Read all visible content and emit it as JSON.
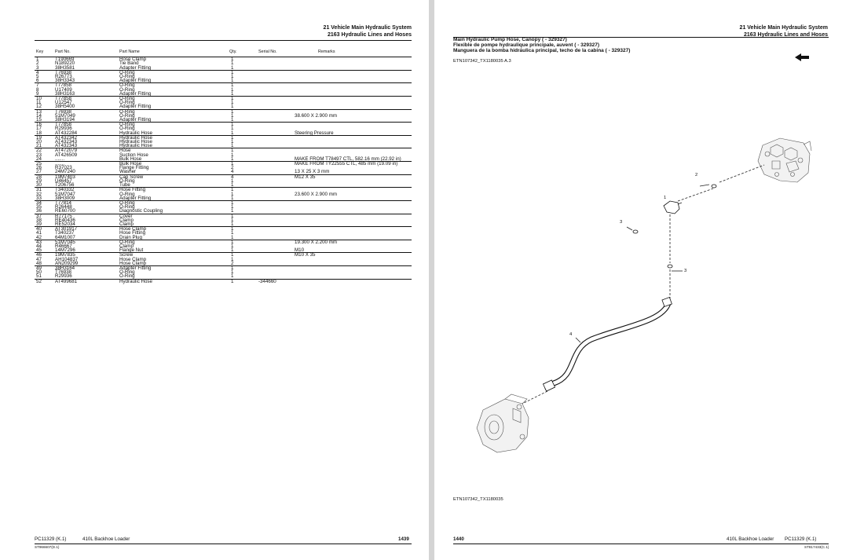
{
  "header": {
    "line1": "21 Vehicle Main Hydraulic System",
    "line2": "2163 Hydraulic Lines and Hoses"
  },
  "table": {
    "columns": [
      "Key",
      "Part No.",
      "Part Name",
      "Qty.",
      "Serial No.",
      "Remarks"
    ],
    "groups": [
      [
        [
          "1",
          "T190669",
          "Hose Clamp",
          "1",
          "",
          ""
        ],
        [
          "2",
          "N189220",
          "Tie Band",
          "1",
          "",
          ""
        ],
        [
          "3",
          "38H3581",
          "Adapter Fitting",
          "1",
          "",
          ""
        ]
      ],
      [
        [
          "4",
          "T76938",
          "O-Ring",
          "1",
          "",
          ""
        ],
        [
          "5",
          "R26773",
          "O-Ring",
          "1",
          "",
          ""
        ],
        [
          "6",
          "38H3343",
          "Adapter Fitting",
          "1",
          "",
          ""
        ]
      ],
      [
        [
          "7",
          "T77858",
          "O-Ring",
          "1",
          "",
          ""
        ],
        [
          "8",
          "U17409",
          "O-Ring",
          "1",
          "",
          ""
        ],
        [
          "9",
          "38H3163",
          "Adapter Fitting",
          "1",
          "",
          ""
        ]
      ],
      [
        [
          "10",
          "T77858",
          "O-Ring",
          "1",
          "",
          ""
        ],
        [
          "11",
          "U12547",
          "O-Ring",
          "1",
          "",
          ""
        ],
        [
          "12",
          "38H5400",
          "Adapter Fitting",
          "1",
          "",
          ""
        ]
      ],
      [
        [
          "13",
          "T76938",
          "O-Ring",
          "1",
          "",
          ""
        ],
        [
          "14",
          "51M7049",
          "O-Ring",
          "1",
          "",
          "38.600 X 2.900 mm"
        ],
        [
          "15",
          "38H3194",
          "Adapter Fitting",
          "1",
          "",
          ""
        ]
      ],
      [
        [
          "16",
          "T77858",
          "O-Ring",
          "1",
          "",
          ""
        ],
        [
          "17",
          "R29936",
          "O-Ring",
          "1",
          "",
          ""
        ],
        [
          "18",
          "AT432284",
          "Hydraulic Hose",
          "1",
          "",
          "Steering Pressure"
        ]
      ],
      [
        [
          "19",
          "AT432342",
          "Hydraulic Hose",
          "1",
          "",
          ""
        ],
        [
          "20",
          "AT432343",
          "Hydraulic Hose",
          "1",
          "",
          ""
        ],
        [
          "21",
          "AT432343",
          "Hydraulic Hose",
          "1",
          "",
          ""
        ]
      ],
      [
        [
          "22",
          "AT472079",
          "Hose",
          "1",
          "",
          ""
        ],
        [
          "23",
          "AT426509",
          "Suction Hose",
          "1",
          "",
          ""
        ],
        [
          "24",
          ".......",
          "Bulk Hose",
          "1",
          "",
          "MAKE FROM T78497 CTL, 582.16 mm (22.92 in)"
        ]
      ],
      [
        [
          "25",
          ".......",
          "Bulk Hose",
          "1",
          "",
          "MAKE FROM TY22555 CTL, 485 mm (19.09 in)"
        ],
        [
          "26",
          "R37023",
          "Flange Fitting",
          "2",
          "",
          ""
        ],
        [
          "27",
          "24M7240",
          "Washer",
          "4",
          "",
          "13 X 25 X 3 mm"
        ]
      ],
      [
        [
          "28",
          "19M7403",
          "Cap Screw",
          "4",
          "",
          "M12 X 35"
        ],
        [
          "29",
          "U46457",
          "O-Ring",
          "1",
          "",
          ""
        ],
        [
          "30",
          "T206756",
          "Tube",
          "1",
          "",
          ""
        ]
      ],
      [
        [
          "31",
          "T340332",
          "Hose Fitting",
          "1",
          "",
          ""
        ],
        [
          "32",
          "51M7047",
          "O-Ring",
          "1",
          "",
          "23.600 X 2.900 mm"
        ],
        [
          "33",
          "38H3009",
          "Adapter Fitting",
          "1",
          "",
          ""
        ]
      ],
      [
        [
          "34",
          "T77814",
          "O-Ring",
          "1",
          "",
          ""
        ],
        [
          "35",
          "R26448",
          "O-Ring",
          "1",
          "",
          ""
        ],
        [
          "36",
          "RE60700",
          "Diagnostic Coupling",
          "1",
          "",
          ""
        ]
      ],
      [
        [
          "37",
          "R77175",
          "Cover",
          "1",
          "",
          ""
        ],
        [
          "38",
          "RE40436",
          "Clamp",
          "1",
          "",
          ""
        ],
        [
          "39",
          "RE52034",
          "Clamp",
          "1",
          "",
          ""
        ]
      ],
      [
        [
          "40",
          "AT301917",
          "Hose Clamp",
          "1",
          "",
          ""
        ],
        [
          "41",
          "T340237",
          "Hose Fitting",
          "1",
          "",
          ""
        ],
        [
          "42",
          "64M1007",
          "Drain Plug",
          "1",
          "",
          ""
        ]
      ],
      [
        [
          "43",
          "51M7045",
          "O-Ring",
          "1",
          "",
          "19.300 X 2.200 mm"
        ],
        [
          "44",
          "R46667",
          "Clamp",
          "1",
          "",
          ""
        ],
        [
          "45",
          "14M7296",
          "Flange Nut",
          "1",
          "",
          "M10"
        ]
      ],
      [
        [
          "46",
          "19M7835",
          "Screw",
          "1",
          "",
          "M10 X 35"
        ],
        [
          "47",
          "AH104837",
          "Hose Clamp",
          "1",
          "",
          ""
        ],
        [
          "48",
          "AN209299",
          "Hose Clamp",
          "2",
          "",
          ""
        ]
      ],
      [
        [
          "49",
          "38H3164",
          "Adapter Fitting",
          "1",
          "",
          ""
        ],
        [
          "50",
          "T76938",
          "O-Ring",
          "1",
          "",
          ""
        ],
        [
          "51",
          "R29936",
          "O-Ring",
          "1",
          "",
          ""
        ]
      ],
      [
        [
          "52",
          "AT499681",
          "Hydraulic Hose",
          "1",
          "-344660",
          ""
        ]
      ]
    ]
  },
  "left_footer": {
    "catalog": "PC11329    (K.1)",
    "model": "410L Backhoe Loader",
    "page": "1439",
    "code": "ST966607(D.1)"
  },
  "right": {
    "title_en": "Main Hydraulic Pump Hose, Canopy ( - 329327)",
    "title_fr": "Flexible de pompe hydraulique principale, auvent ( - 329327)",
    "title_es": "Manguera de la bomba hidráulica principal, techo de la cabina ( - 329327)",
    "ref_top": "ETN107342_TX1180035 A.3",
    "ref_bottom": "ETN107342_TX1180035",
    "callouts": [
      "1",
      "2",
      "3",
      "3",
      "4"
    ],
    "icon": "arrow-left-icon"
  },
  "right_footer": {
    "page": "1440",
    "model": "410L Backhoe Loader",
    "catalog": "PC11329    (K.1)",
    "code": "ST817433(C.1)"
  }
}
